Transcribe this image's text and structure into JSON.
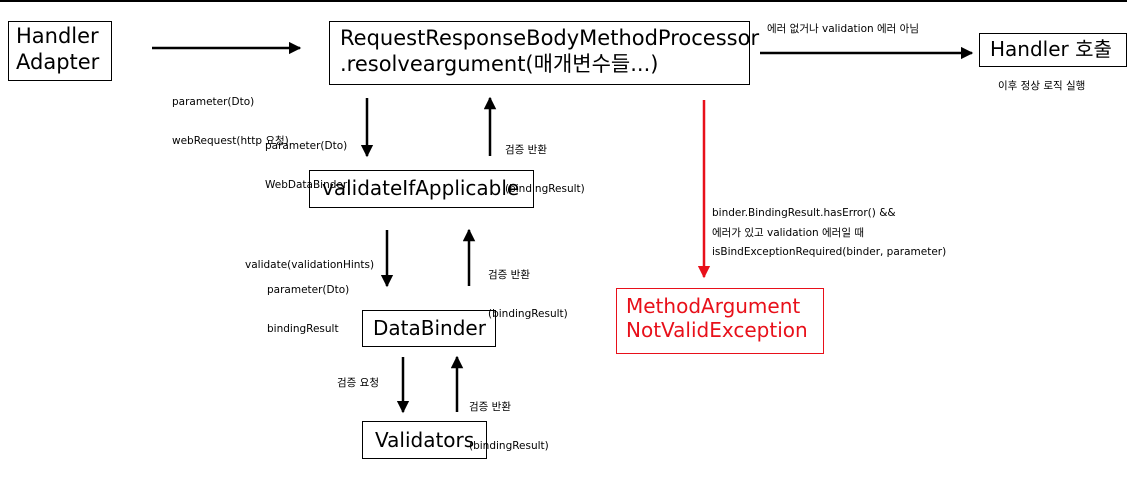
{
  "boxes": {
    "handler_adapter": [
      "Handler",
      "Adapter"
    ],
    "processor": [
      "RequestResponseBodyMethodProcessor",
      ".resolveargument(매개변수들...)"
    ],
    "handler_call": "Handler 호출",
    "validate_if_applicable": "validateIfApplicable",
    "data_binder": "DataBinder",
    "validators": "Validators",
    "exception": [
      "MethodArgument",
      "NotValidException"
    ]
  },
  "labels": {
    "adapter_to_processor": [
      "parameter(Dto)",
      "webRequest(http 요청)"
    ],
    "processor_to_handler": "에러 없거나 validation 에러 아님",
    "after_handler": "이후 정상 로직 실행",
    "processor_to_validate": [
      "parameter(Dto)",
      "WebDataBinder"
    ],
    "validate_to_processor": [
      "검증 반환",
      "(bindingResult)"
    ],
    "validate_to_binder": [
      "validate(validationHints)",
      "parameter(Dto)",
      "bindingResult"
    ],
    "binder_to_validate": [
      "검증 반환",
      "(bindingResult)"
    ],
    "binder_to_validators": "검증 요청",
    "validators_to_binder": [
      "검증 반환",
      "(bindingResult)"
    ],
    "error_condition": [
      "binder.BindingResult.hasError() &&",
      "isBindExceptionRequired(binder, parameter)"
    ],
    "error_case": "에러가 있고 validation 에러일 때"
  },
  "colors": {
    "error": "#e8101a",
    "line": "#000000"
  }
}
